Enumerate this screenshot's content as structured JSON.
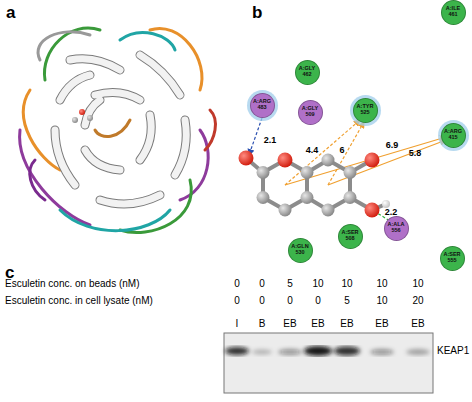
{
  "diagram": {
    "nodes": [
      {
        "text": [
          "A:ILE 461"
        ]
      },
      {
        "text": [
          "A:GLY 462"
        ]
      },
      {
        "text": [
          "A:ARG 483"
        ]
      },
      {
        "text": [
          "A:GLY 509"
        ]
      },
      {
        "text": [
          "A:TYR 525"
        ]
      },
      {
        "text": [
          "A:ARG 415"
        ]
      },
      {
        "text": [
          "A:SER 508"
        ]
      },
      {
        "text": [
          "A:ALA 556"
        ]
      },
      {
        "text": [
          "A:GLN 530"
        ]
      },
      {
        "text": [
          "A:SER 555"
        ]
      }
    ],
    "labels": [
      "a",
      "b",
      "2.1",
      "4.4",
      "6",
      "6.9",
      "5.8",
      "2.2",
      "c",
      "Esculetin conc. on beads (nM)",
      "0",
      "0",
      "5",
      "10",
      "10",
      "10",
      "10",
      "Esculetin conc. in cell lysate (nM)",
      "0",
      "0",
      "0",
      "0",
      "5",
      "10",
      "20",
      "I",
      "B",
      "EB",
      "EB",
      "EB",
      "EB",
      "EB",
      "KEAP1"
    ]
  }
}
